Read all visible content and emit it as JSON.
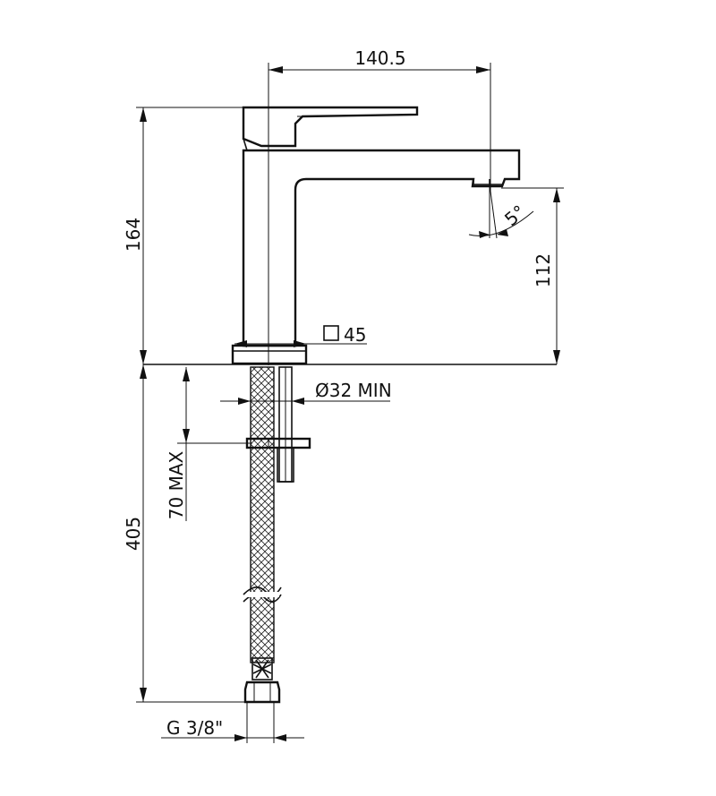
{
  "dimensions": {
    "spout_reach": "140.5",
    "total_height": "164",
    "spout_height": "112",
    "base_square": "45",
    "hole_diameter": "Ø32 MIN",
    "max_deck_thickness": "70 MAX",
    "hose_length": "405",
    "connection_thread": "G 3/8\"",
    "spout_angle": "5°"
  },
  "icons": {
    "base_square": "square-symbol-icon"
  }
}
